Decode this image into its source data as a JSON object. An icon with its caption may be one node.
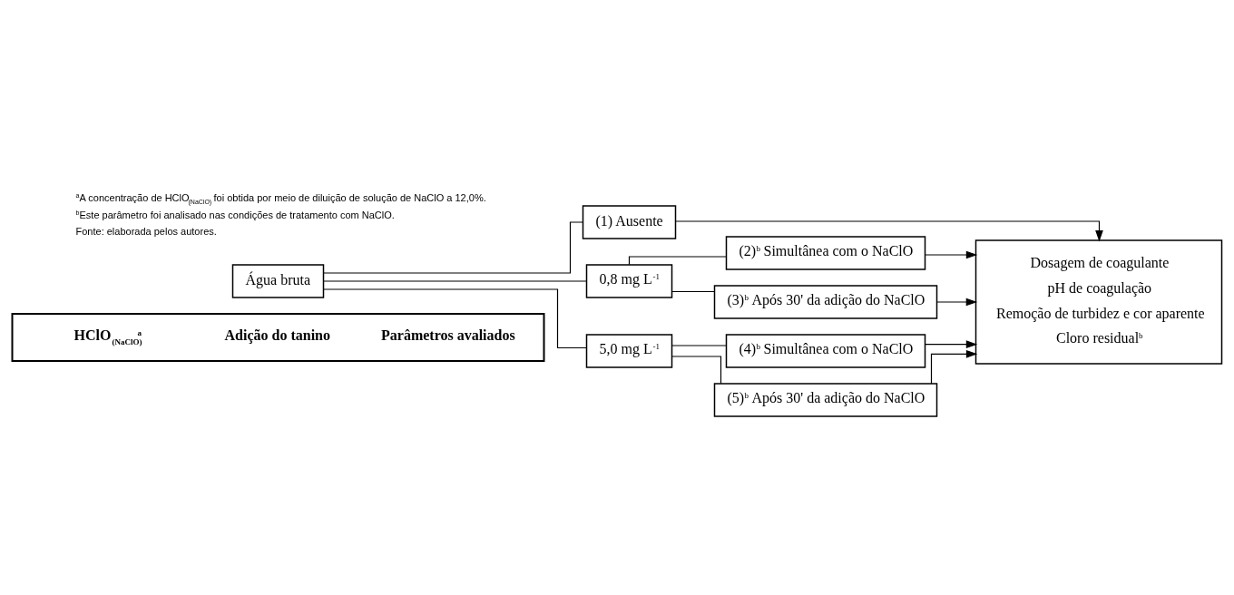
{
  "diagram": {
    "nodes": [
      {
        "text": [
          "HClO$_{(NaClO)}$$^{a}$",
          "Adição do tanino",
          "Parâmetros avaliados"
        ]
      },
      {
        "text": [
          "Água bruta"
        ]
      },
      {
        "text": [
          "(1) Ausente"
        ]
      },
      {
        "text": [
          "0,8 mg L$^{-1}$"
        ]
      },
      {
        "text": [
          "5,0 mg L$^{-1}$"
        ]
      },
      {
        "text": [
          "(2)$^{b}$ Simultânea com o NaClO"
        ]
      },
      {
        "text": [
          "(3)$^{b}$ Após 30' da adição do NaClO"
        ]
      },
      {
        "text": [
          "(4)$^{b}$ Simultânea com o NaClO"
        ]
      },
      {
        "text": [
          "(5)$^{b}$ Após 30' da adição do NaClO"
        ]
      },
      {
        "text": [
          "Dosagem de coagulante",
          "pH de coagulação",
          "Remoção de turbidez e cor aparente",
          "Cloro residual$^{b}$"
        ]
      }
    ],
    "edges": [
      {
        "from": 1,
        "to": 2,
        "arrow": "none"
      },
      {
        "from": 1,
        "to": 3,
        "arrow": "none"
      },
      {
        "from": 1,
        "to": 4,
        "arrow": "none"
      },
      {
        "from": 3,
        "to": 5,
        "arrow": "none"
      },
      {
        "from": 3,
        "to": 6,
        "arrow": "none"
      },
      {
        "from": 4,
        "to": 7,
        "arrow": "none"
      },
      {
        "from": 4,
        "to": 8,
        "arrow": "none"
      },
      {
        "from": 2,
        "to": 9,
        "arrow": "to"
      },
      {
        "from": 5,
        "to": 9,
        "arrow": "to"
      },
      {
        "from": 6,
        "to": 9,
        "arrow": "to"
      },
      {
        "from": 7,
        "to": 9,
        "arrow": "to"
      },
      {
        "from": 8,
        "to": 9,
        "arrow": "to"
      }
    ],
    "labels": [
      "$^{a}$A concentração de HClO$_{(NaClO)}$ foi obtida por meio de diluição de solução de NaClO a 12,0%.",
      "$^{b}$Este parâmetro foi analisado nas condições de tratamento com NaClO.",
      "Fonte: elaborada pelos autores."
    ]
  }
}
